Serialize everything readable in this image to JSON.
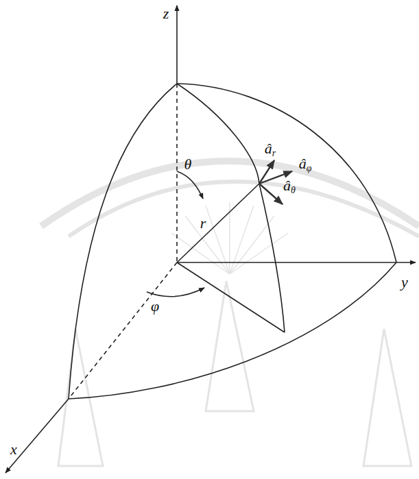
{
  "diagram": {
    "labels": [
      "z",
      "θ",
      "âr",
      "âφ",
      "r",
      "âθ",
      "y",
      "φ",
      "x"
    ]
  }
}
